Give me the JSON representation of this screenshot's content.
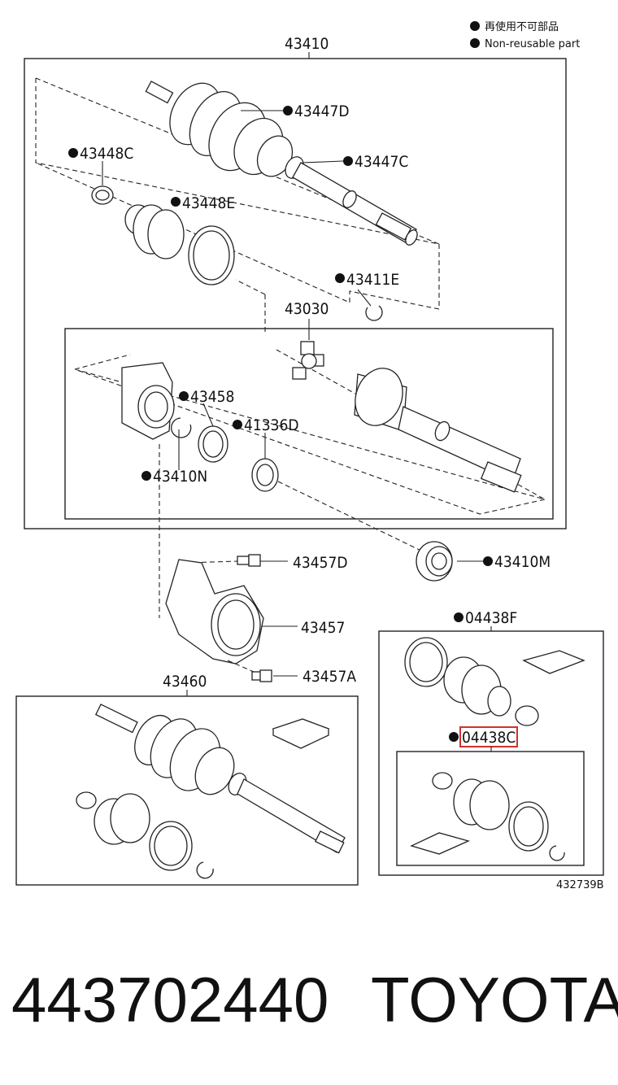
{
  "legend": {
    "jp": "再使用不可部品",
    "en": "Non-reusable part"
  },
  "labels": {
    "l43410": "43410",
    "l43447D": "43447D",
    "l43448C": "43448C",
    "l43447C": "43447C",
    "l43448E": "43448E",
    "l43411E": "43411E",
    "l43030": "43030",
    "l43458": "43458",
    "l41336D": "41336D",
    "l43410N": "43410N",
    "l43457D": "43457D",
    "l43410M": "43410M",
    "l43457": "43457",
    "l04438F": "04438F",
    "l43460": "43460",
    "l43457A": "43457A",
    "l04438C": "04438C"
  },
  "diagram_code": "432739B",
  "footer": {
    "part_number": "443702440",
    "brand": "TOYOTA"
  },
  "highlight_color": "#d0312d"
}
